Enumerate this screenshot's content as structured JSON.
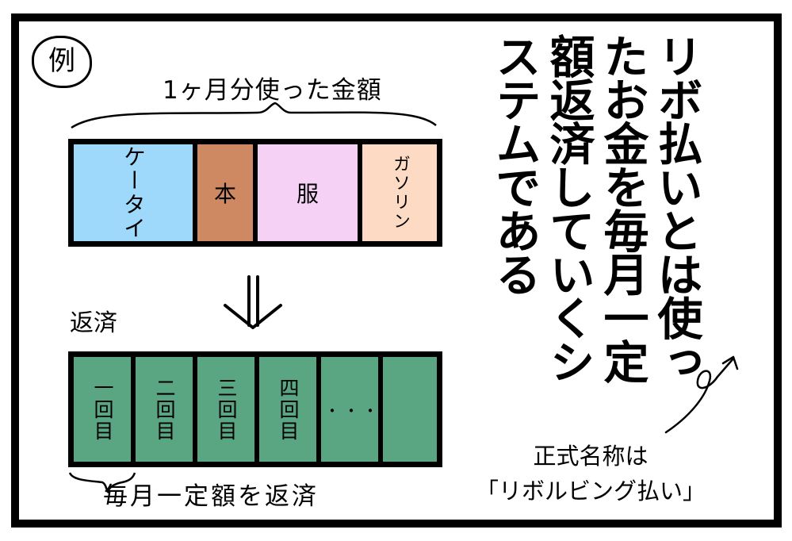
{
  "panel": {
    "example_badge": "例",
    "top_caption": "1ヶ月分使った金額",
    "spending_bar": {
      "segments": [
        {
          "label": "ケータイ",
          "color": "#9ed9fb",
          "width": 150
        },
        {
          "label": "本",
          "color": "#cf8962",
          "width": 70
        },
        {
          "label": "服",
          "color": "#f5d1f5",
          "width": 126
        },
        {
          "label": "ガソリン",
          "color": "#fcdac4",
          "width": 92
        }
      ]
    },
    "repayment_label": "返済",
    "arrow_icon": "double-down-arrow",
    "repayment_bar": {
      "color": "#5aa582",
      "segments": [
        {
          "label": "一回目",
          "width": 72
        },
        {
          "label": "二回目",
          "width": 72
        },
        {
          "label": "三回目",
          "width": 72
        },
        {
          "label": "四回目",
          "width": 72
        },
        {
          "label": "・・・",
          "width": 72
        },
        {
          "label": "",
          "width": 72
        }
      ]
    },
    "bottom_caption": "毎月一定額を返済",
    "main_text_lines": [
      "リボ払いとは",
      "使ったお金を",
      "毎月一定額",
      "返済していく",
      "システムである"
    ],
    "main_text": "リボ払いとは使ったお金を毎月一定額返済していくシステムである",
    "note_line1": "正式名称は",
    "note_line2": "「リボルビング払い」"
  }
}
